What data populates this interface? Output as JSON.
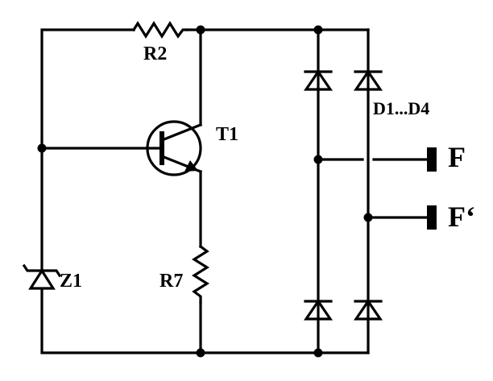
{
  "labels": {
    "r2": "R2",
    "t1": "T1",
    "z1": "Z1",
    "r7": "R7",
    "diodes": "D1...D4",
    "f": "F",
    "f_prime": "F‘"
  },
  "colors": {
    "ink": "#000000",
    "background": "#ffffff"
  }
}
